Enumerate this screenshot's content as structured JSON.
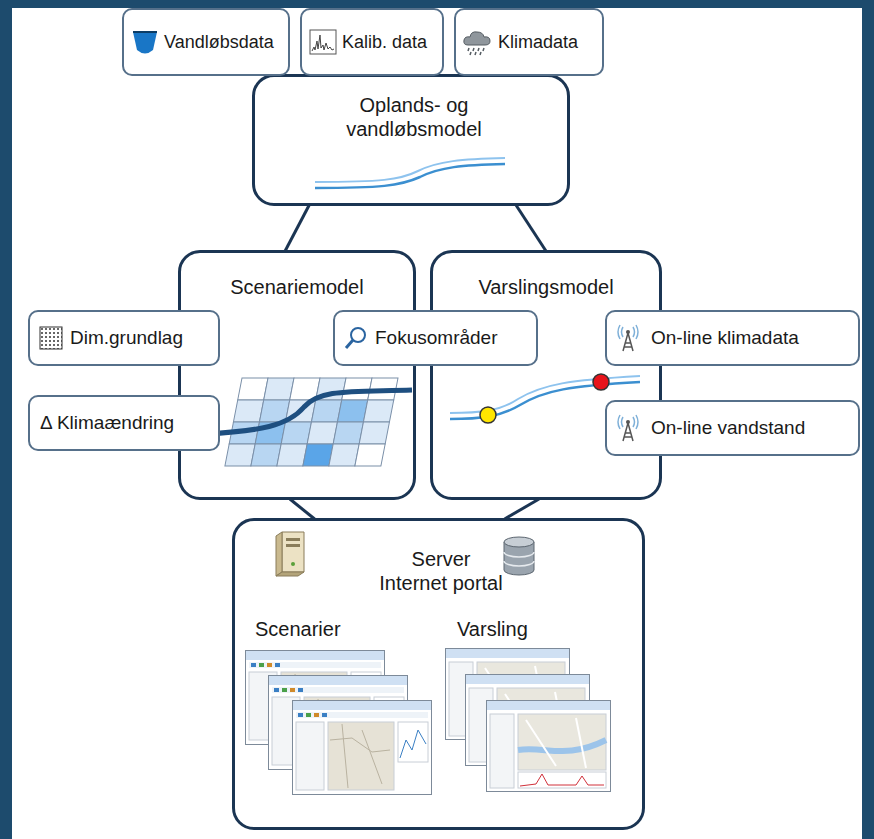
{
  "diagram": {
    "nodes": [
      {
        "text": [
          "Vandløbsdata"
        ]
      },
      {
        "text": [
          "Kalib. data"
        ]
      },
      {
        "text": [
          "Klimadata"
        ]
      },
      {
        "text": [
          "Oplands- og vandløbsmodel"
        ]
      },
      {
        "text": [
          "Scenariemodel"
        ]
      },
      {
        "text": [
          "Dim.grundlag"
        ]
      },
      {
        "text": [
          "Δ Klimaændring"
        ]
      },
      {
        "text": [
          "Fokusområder"
        ]
      },
      {
        "text": [
          "Varslingsmodel"
        ]
      },
      {
        "text": [
          "On-line klimadata"
        ]
      },
      {
        "text": [
          "On-line vandstand"
        ]
      },
      {
        "text": [
          "Server Internet portal",
          "Scenarier",
          "Varsling"
        ]
      }
    ],
    "edges": [
      {
        "from": 3,
        "to": 4,
        "arrow": "none"
      },
      {
        "from": 3,
        "to": 8,
        "arrow": "none"
      },
      {
        "from": 4,
        "to": 11,
        "arrow": "none"
      },
      {
        "from": 8,
        "to": 11,
        "arrow": "none"
      }
    ]
  }
}
